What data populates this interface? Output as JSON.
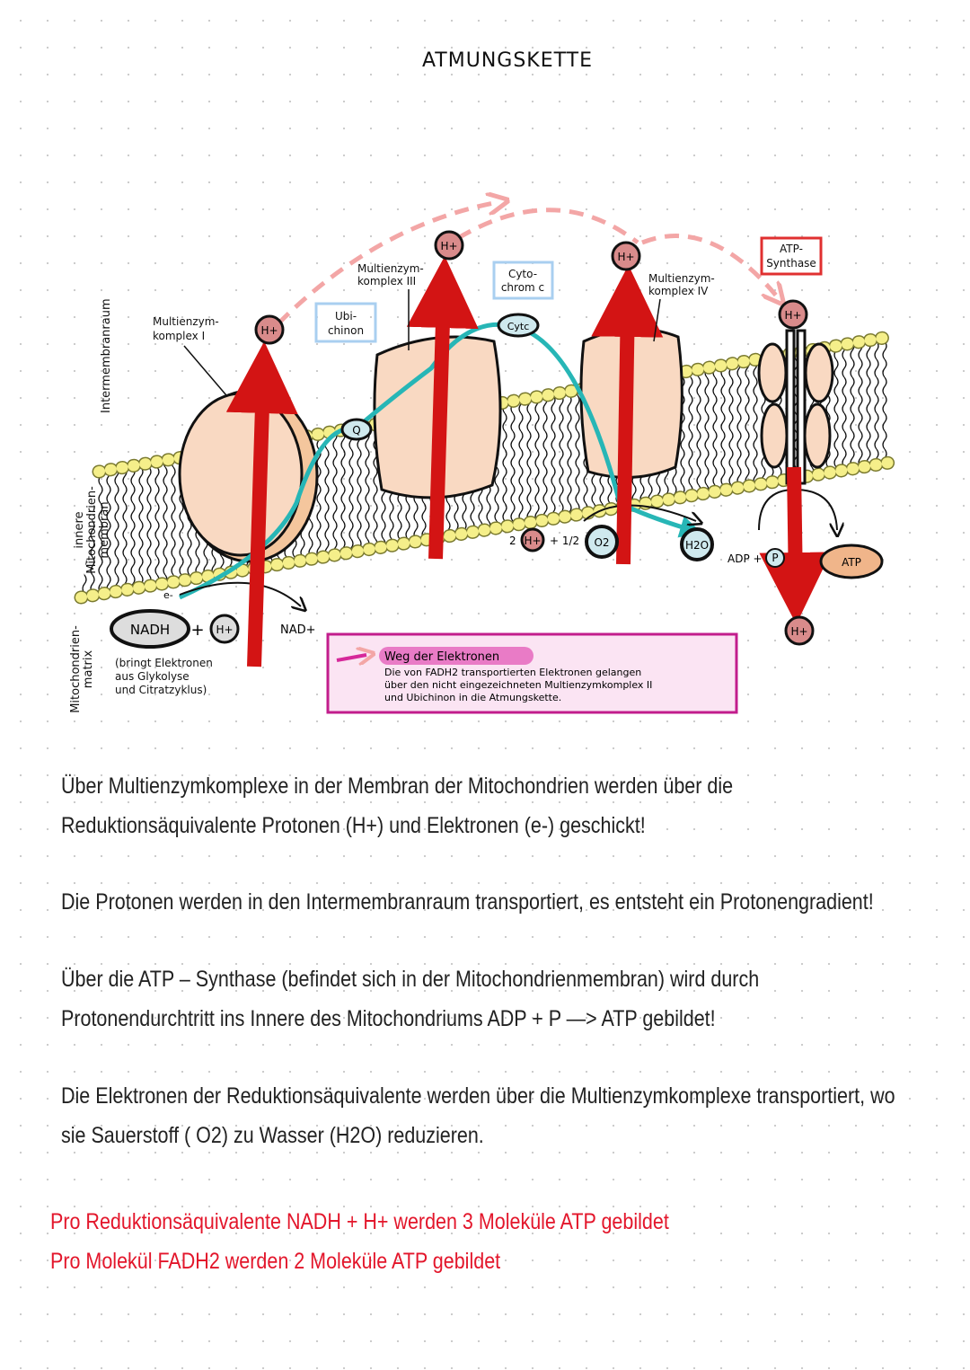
{
  "title": "ATMUNGSKETTE",
  "colors": {
    "proton_arrow": "#d31414",
    "electron_path": "#27b6b6",
    "dashed_arrow": "#f3a6a6",
    "complex_fill": "#f9d9c2",
    "head_yellow": "#f5ef8a",
    "legend_border": "#c21d8c",
    "legend_fill": "#fbe4f3",
    "highlight": "#e97bc6",
    "conclusion_text": "#e3162b"
  },
  "diagram": {
    "region_labels": {
      "intermembrane": "Intermembranraum",
      "membrane": [
        "innere",
        "Mitochondrien-",
        "membran"
      ],
      "matrix": [
        "Mitochondrien-",
        "matrix"
      ]
    },
    "complex1": [
      "Multienzym-",
      "komplex I"
    ],
    "complex3": [
      "Multienzym-",
      "komplex III"
    ],
    "complex4": [
      "Multienzym-",
      "komplex IV"
    ],
    "ubichinon": [
      "Ubi-",
      "chinon"
    ],
    "cytochrom": [
      "Cyto-",
      "chrom c"
    ],
    "atp_synthase": [
      "ATP-",
      "Synthase"
    ],
    "q": "Q",
    "cytc": "Cytc",
    "proton": "H+",
    "nadh": "NADH",
    "plus": "+",
    "nad": "NAD+",
    "electron": "e-",
    "nadh_note": [
      "(bringt Elektronen",
      "aus Glykolyse",
      "und Citratzyklus)"
    ],
    "water_eq": {
      "coef": "2",
      "plus": "+ 1/2",
      "o2": "O2",
      "h2o": "H2O"
    },
    "adp": "ADP +",
    "p": "P",
    "atp": "ATP"
  },
  "legend": {
    "heading": "Weg der Elektronen",
    "lines": [
      "Die von FADH2 transportierten Elektronen gelangen",
      "über den nicht eingezeichneten Multienzymkomplex II",
      "und Ubichinon in die Atmungskette."
    ]
  },
  "paragraphs": [
    [
      "Über Multienzymkomplexe in der Membran der Mitochondrien werden über die",
      "Reduktionsäquivalente Protonen (H+) und Elektronen (e-) geschickt!"
    ],
    [
      "Die Protonen werden in den Intermembranraum transportiert, es entsteht ein Protonengradient!"
    ],
    [
      "Über die ATP – Synthase (befindet sich in der Mitochondrienmembran) wird durch",
      "Protonendurchtritt ins Innere des Mitochondriums  ADP + P —> ATP gebildet!"
    ],
    [
      "Die Elektronen der Reduktionsäquivalente werden über die Multienzymkomplexe transportiert, wo",
      "sie Sauerstoff ( O2) zu Wasser (H2O) reduzieren."
    ]
  ],
  "conclusion": [
    "Pro Reduktionsäquivalente NADH + H+ werden 3 Moleküle ATP gebildet",
    "Pro Molekül FADH2 werden 2 Moleküle ATP gebildet"
  ]
}
